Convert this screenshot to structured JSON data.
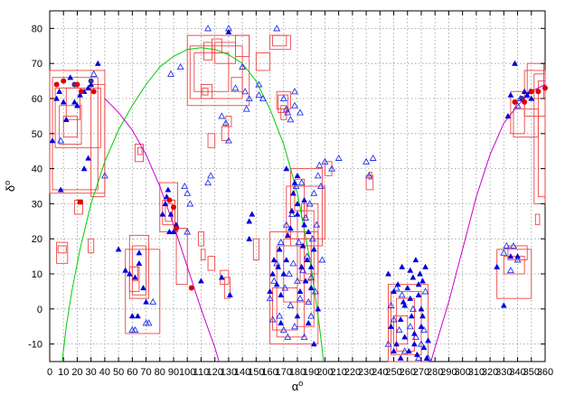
{
  "chart_data": {
    "type": "scatter",
    "title": "",
    "xlabel": "α",
    "xlabel_sup": "o",
    "ylabel": "δ",
    "ylabel_sup": "o",
    "xlim": [
      0,
      360
    ],
    "ylim": [
      -15,
      85
    ],
    "xticks": [
      0,
      10,
      20,
      30,
      40,
      50,
      60,
      70,
      80,
      90,
      100,
      110,
      120,
      130,
      140,
      150,
      160,
      170,
      180,
      190,
      200,
      210,
      220,
      230,
      240,
      250,
      260,
      270,
      280,
      290,
      300,
      310,
      320,
      330,
      340,
      350,
      360
    ],
    "yticks": [
      -10,
      0,
      10,
      20,
      30,
      40,
      50,
      60,
      70,
      80
    ],
    "grid": true,
    "colors": {
      "rect": "#ee4444",
      "filled_triangle": "#0000dd",
      "open_triangle": "#2233ee",
      "filled_circle": "#dd0000",
      "dark_circle": "#333399",
      "green_curve": "#00cc00",
      "magenta_curve": "#cc00cc"
    },
    "curves": [
      {
        "color": "green",
        "points": [
          [
            9,
            -15
          ],
          [
            12,
            -5
          ],
          [
            16,
            5
          ],
          [
            22,
            17
          ],
          [
            30,
            30
          ],
          [
            40,
            42
          ],
          [
            50,
            51
          ],
          [
            60,
            58
          ],
          [
            70,
            64
          ],
          [
            80,
            69
          ],
          [
            90,
            72
          ],
          [
            100,
            74
          ],
          [
            110,
            74.5
          ],
          [
            120,
            74
          ],
          [
            130,
            72.5
          ],
          [
            140,
            70
          ],
          [
            150,
            65
          ],
          [
            160,
            57
          ],
          [
            170,
            47
          ],
          [
            180,
            33
          ],
          [
            190,
            12
          ],
          [
            196,
            -5
          ],
          [
            199,
            -15
          ]
        ]
      },
      {
        "color": "magenta",
        "points": [
          [
            40,
            60
          ],
          [
            50,
            56
          ],
          [
            60,
            51
          ],
          [
            70,
            44
          ],
          [
            80,
            35
          ],
          [
            90,
            24
          ],
          [
            100,
            12
          ],
          [
            110,
            0
          ],
          [
            120,
            -11
          ],
          [
            123,
            -15
          ]
        ]
      },
      {
        "color": "magenta",
        "points": [
          [
            277,
            -15
          ],
          [
            280,
            -11
          ],
          [
            290,
            2
          ],
          [
            300,
            17
          ],
          [
            310,
            32
          ],
          [
            320,
            44
          ],
          [
            330,
            53
          ],
          [
            340,
            58
          ],
          [
            350,
            62
          ],
          [
            360,
            64
          ]
        ]
      }
    ],
    "rects": [
      [
        0,
        33,
        40,
        68
      ],
      [
        2,
        34,
        35,
        66
      ],
      [
        4,
        46,
        37,
        63
      ],
      [
        7,
        47,
        23,
        58
      ],
      [
        10,
        49,
        20,
        55
      ],
      [
        12,
        54,
        22,
        63
      ],
      [
        30,
        32,
        40,
        64
      ],
      [
        5,
        13,
        13,
        19
      ],
      [
        6,
        16,
        12,
        18
      ],
      [
        18,
        27,
        24,
        31
      ],
      [
        28,
        16,
        32,
        20
      ],
      [
        55,
        -7,
        80,
        17
      ],
      [
        58,
        3,
        72,
        21
      ],
      [
        60,
        4,
        70,
        18
      ],
      [
        58,
        5,
        65,
        12
      ],
      [
        60,
        8,
        64,
        12
      ],
      [
        62,
        42,
        68,
        47
      ],
      [
        64,
        44,
        67,
        46
      ],
      [
        80,
        22,
        93,
        36
      ],
      [
        82,
        24,
        91,
        31
      ],
      [
        84,
        25,
        89,
        30
      ],
      [
        100,
        58,
        145,
        78
      ],
      [
        102,
        60,
        140,
        75
      ],
      [
        105,
        62,
        130,
        73
      ],
      [
        112,
        71,
        118,
        76
      ],
      [
        118,
        73,
        125,
        77
      ],
      [
        120,
        70,
        135,
        76
      ],
      [
        135,
        72,
        145,
        78
      ],
      [
        160,
        74,
        175,
        78
      ],
      [
        162,
        75,
        172,
        78
      ],
      [
        150,
        68,
        160,
        73
      ],
      [
        110,
        60,
        118,
        64
      ],
      [
        111,
        61,
        115,
        63
      ],
      [
        115,
        46,
        120,
        50
      ],
      [
        125,
        48,
        130,
        52
      ],
      [
        128,
        52,
        132,
        55
      ],
      [
        132,
        62,
        140,
        66
      ],
      [
        165,
        57,
        175,
        62
      ],
      [
        166,
        56,
        173,
        61
      ],
      [
        168,
        54,
        172,
        58
      ],
      [
        108,
        18,
        112,
        22
      ],
      [
        110,
        14,
        113,
        17
      ],
      [
        92,
        7,
        100,
        23
      ],
      [
        115,
        11,
        120,
        15
      ],
      [
        124,
        7,
        130,
        11
      ],
      [
        127,
        3,
        131,
        9
      ],
      [
        148,
        14,
        152,
        20
      ],
      [
        160,
        -10,
        195,
        22
      ],
      [
        162,
        -6,
        180,
        6
      ],
      [
        165,
        -8,
        185,
        18
      ],
      [
        170,
        2,
        190,
        20
      ],
      [
        172,
        20,
        200,
        35
      ],
      [
        175,
        18,
        198,
        40
      ],
      [
        178,
        28,
        185,
        37
      ],
      [
        180,
        -5,
        192,
        28
      ],
      [
        182,
        8,
        190,
        18
      ],
      [
        183,
        26,
        187,
        30
      ],
      [
        185,
        10,
        195,
        30
      ],
      [
        200,
        38,
        205,
        42
      ],
      [
        230,
        34,
        235,
        38
      ],
      [
        232,
        37,
        234,
        39
      ],
      [
        246,
        -15,
        275,
        7
      ],
      [
        248,
        -13,
        270,
        5
      ],
      [
        250,
        -10,
        260,
        -2
      ],
      [
        252,
        -12,
        265,
        3
      ],
      [
        325,
        3,
        350,
        17
      ],
      [
        330,
        10,
        345,
        15
      ],
      [
        333,
        14,
        347,
        18
      ],
      [
        335,
        50,
        345,
        62
      ],
      [
        337,
        49,
        355,
        57
      ],
      [
        345,
        55,
        360,
        68
      ],
      [
        347,
        60,
        359,
        70
      ],
      [
        352,
        30,
        360,
        67
      ],
      [
        355,
        32,
        360,
        65
      ],
      [
        353,
        24,
        356,
        27
      ]
    ],
    "filled_triangles": [
      [
        2,
        48
      ],
      [
        5,
        60
      ],
      [
        7,
        62
      ],
      [
        10,
        59
      ],
      [
        12,
        54
      ],
      [
        15,
        66
      ],
      [
        18,
        59
      ],
      [
        20,
        58
      ],
      [
        22,
        61
      ],
      [
        25,
        62
      ],
      [
        28,
        63
      ],
      [
        30,
        64
      ],
      [
        8,
        34
      ],
      [
        25,
        40
      ],
      [
        28,
        43
      ],
      [
        35,
        70
      ],
      [
        50,
        17
      ],
      [
        55,
        11
      ],
      [
        58,
        10
      ],
      [
        60,
        -2
      ],
      [
        62,
        9
      ],
      [
        65,
        13
      ],
      [
        68,
        6
      ],
      [
        70,
        2
      ],
      [
        65,
        16
      ],
      [
        64,
        -2
      ],
      [
        82,
        27
      ],
      [
        84,
        30
      ],
      [
        85,
        32
      ],
      [
        86,
        34
      ],
      [
        87,
        22
      ],
      [
        88,
        27
      ],
      [
        90,
        22
      ],
      [
        92,
        24
      ],
      [
        110,
        8
      ],
      [
        125,
        9
      ],
      [
        131,
        4
      ],
      [
        145,
        25
      ],
      [
        147,
        27
      ],
      [
        145,
        20
      ],
      [
        130,
        79
      ],
      [
        160,
        5
      ],
      [
        162,
        10
      ],
      [
        163,
        14
      ],
      [
        165,
        7
      ],
      [
        166,
        12
      ],
      [
        167,
        17
      ],
      [
        168,
        4
      ],
      [
        170,
        10
      ],
      [
        172,
        14
      ],
      [
        173,
        21
      ],
      [
        175,
        23
      ],
      [
        176,
        28
      ],
      [
        177,
        33
      ],
      [
        178,
        36
      ],
      [
        180,
        -2
      ],
      [
        180,
        27
      ],
      [
        180,
        30
      ],
      [
        182,
        5
      ],
      [
        183,
        12
      ],
      [
        184,
        18
      ],
      [
        185,
        24
      ],
      [
        185,
        31
      ],
      [
        186,
        8
      ],
      [
        187,
        14
      ],
      [
        188,
        -4
      ],
      [
        188,
        22
      ],
      [
        190,
        6
      ],
      [
        190,
        12
      ],
      [
        192,
        -10
      ],
      [
        192,
        17
      ],
      [
        195,
        0
      ],
      [
        168,
        -4
      ],
      [
        180,
        38
      ],
      [
        172,
        40
      ],
      [
        246,
        10
      ],
      [
        248,
        -5
      ],
      [
        250,
        5
      ],
      [
        252,
        -10
      ],
      [
        253,
        7
      ],
      [
        255,
        -3
      ],
      [
        256,
        12
      ],
      [
        257,
        2
      ],
      [
        258,
        -8
      ],
      [
        260,
        6
      ],
      [
        261,
        -12
      ],
      [
        262,
        3
      ],
      [
        263,
        -2
      ],
      [
        264,
        9
      ],
      [
        265,
        -7
      ],
      [
        266,
        14
      ],
      [
        267,
        -13
      ],
      [
        268,
        4
      ],
      [
        269,
        10
      ],
      [
        270,
        -5
      ],
      [
        270,
        0
      ],
      [
        271,
        8
      ],
      [
        272,
        -11
      ],
      [
        273,
        12
      ],
      [
        274,
        -14
      ],
      [
        275,
        -9
      ],
      [
        250,
        -12
      ],
      [
        255,
        -14
      ],
      [
        258,
        1
      ],
      [
        262,
        11
      ],
      [
        265,
        -10
      ],
      [
        268,
        7
      ],
      [
        271,
        -2
      ],
      [
        325,
        12
      ],
      [
        330,
        1
      ],
      [
        335,
        15
      ],
      [
        340,
        15
      ],
      [
        333,
        55
      ],
      [
        345,
        62
      ],
      [
        347,
        61
      ],
      [
        349,
        62
      ],
      [
        350,
        60
      ],
      [
        335,
        61
      ],
      [
        338,
        70
      ]
    ],
    "open_triangles": [
      [
        8,
        48
      ],
      [
        40,
        38
      ],
      [
        32,
        67
      ],
      [
        60,
        -6
      ],
      [
        62,
        -6
      ],
      [
        75,
        2
      ],
      [
        72,
        -4
      ],
      [
        70,
        -4
      ],
      [
        88,
        67
      ],
      [
        95,
        69
      ],
      [
        98,
        35
      ],
      [
        100,
        33
      ],
      [
        100,
        22
      ],
      [
        102,
        30
      ],
      [
        115,
        36
      ],
      [
        117,
        38
      ],
      [
        125,
        55
      ],
      [
        128,
        53
      ],
      [
        130,
        48
      ],
      [
        135,
        63
      ],
      [
        140,
        69
      ],
      [
        142,
        62
      ],
      [
        143,
        57
      ],
      [
        145,
        60
      ],
      [
        152,
        61
      ],
      [
        152,
        64
      ],
      [
        155,
        60
      ],
      [
        165,
        80
      ],
      [
        172,
        57
      ],
      [
        173,
        56
      ],
      [
        175,
        54
      ],
      [
        178,
        58
      ],
      [
        170,
        60
      ],
      [
        178,
        62
      ],
      [
        182,
        56
      ],
      [
        115,
        80
      ],
      [
        130,
        80
      ],
      [
        160,
        3
      ],
      [
        162,
        -3
      ],
      [
        163,
        8
      ],
      [
        165,
        13
      ],
      [
        167,
        -2
      ],
      [
        168,
        19
      ],
      [
        170,
        -6
      ],
      [
        171,
        6
      ],
      [
        172,
        24
      ],
      [
        173,
        -8
      ],
      [
        174,
        10
      ],
      [
        175,
        1
      ],
      [
        176,
        27
      ],
      [
        177,
        13
      ],
      [
        178,
        -5
      ],
      [
        179,
        35
      ],
      [
        180,
        8
      ],
      [
        181,
        19
      ],
      [
        182,
        3
      ],
      [
        183,
        36
      ],
      [
        184,
        11
      ],
      [
        185,
        -8
      ],
      [
        186,
        26
      ],
      [
        187,
        15
      ],
      [
        188,
        2
      ],
      [
        189,
        30
      ],
      [
        190,
        9
      ],
      [
        190,
        -2
      ],
      [
        191,
        20
      ],
      [
        192,
        33
      ],
      [
        193,
        5
      ],
      [
        194,
        24
      ],
      [
        195,
        38
      ],
      [
        196,
        41
      ],
      [
        197,
        35
      ],
      [
        198,
        14
      ],
      [
        200,
        42
      ],
      [
        205,
        40
      ],
      [
        210,
        43
      ],
      [
        230,
        42
      ],
      [
        232,
        38
      ],
      [
        235,
        43
      ],
      [
        246,
        -10
      ],
      [
        248,
        1
      ],
      [
        250,
        -3
      ],
      [
        252,
        6
      ],
      [
        254,
        -6
      ],
      [
        256,
        4
      ],
      [
        258,
        -12
      ],
      [
        262,
        -5
      ],
      [
        264,
        0
      ],
      [
        266,
        -8
      ],
      [
        268,
        -14
      ],
      [
        270,
        -10
      ],
      [
        272,
        -6
      ],
      [
        273,
        5
      ],
      [
        275,
        -14
      ],
      [
        330,
        16
      ],
      [
        332,
        18
      ],
      [
        335,
        11
      ],
      [
        337,
        18
      ],
      [
        340,
        14
      ],
      [
        340,
        58
      ],
      [
        342,
        60
      ]
    ],
    "filled_circles": [
      [
        5,
        64
      ],
      [
        10,
        65
      ],
      [
        20,
        64
      ],
      [
        23,
        62
      ],
      [
        32,
        62
      ],
      [
        87,
        31
      ],
      [
        90,
        29
      ],
      [
        92,
        23
      ],
      [
        103,
        6
      ],
      [
        338,
        59
      ],
      [
        345,
        59
      ],
      [
        350,
        62
      ],
      [
        355,
        62
      ],
      [
        360,
        63
      ]
    ],
    "dark_circles": [
      [
        18,
        64
      ],
      [
        30,
        65
      ],
      [
        343,
        60
      ]
    ],
    "filled_squares": [
      [
        22,
        30.5
      ]
    ]
  }
}
